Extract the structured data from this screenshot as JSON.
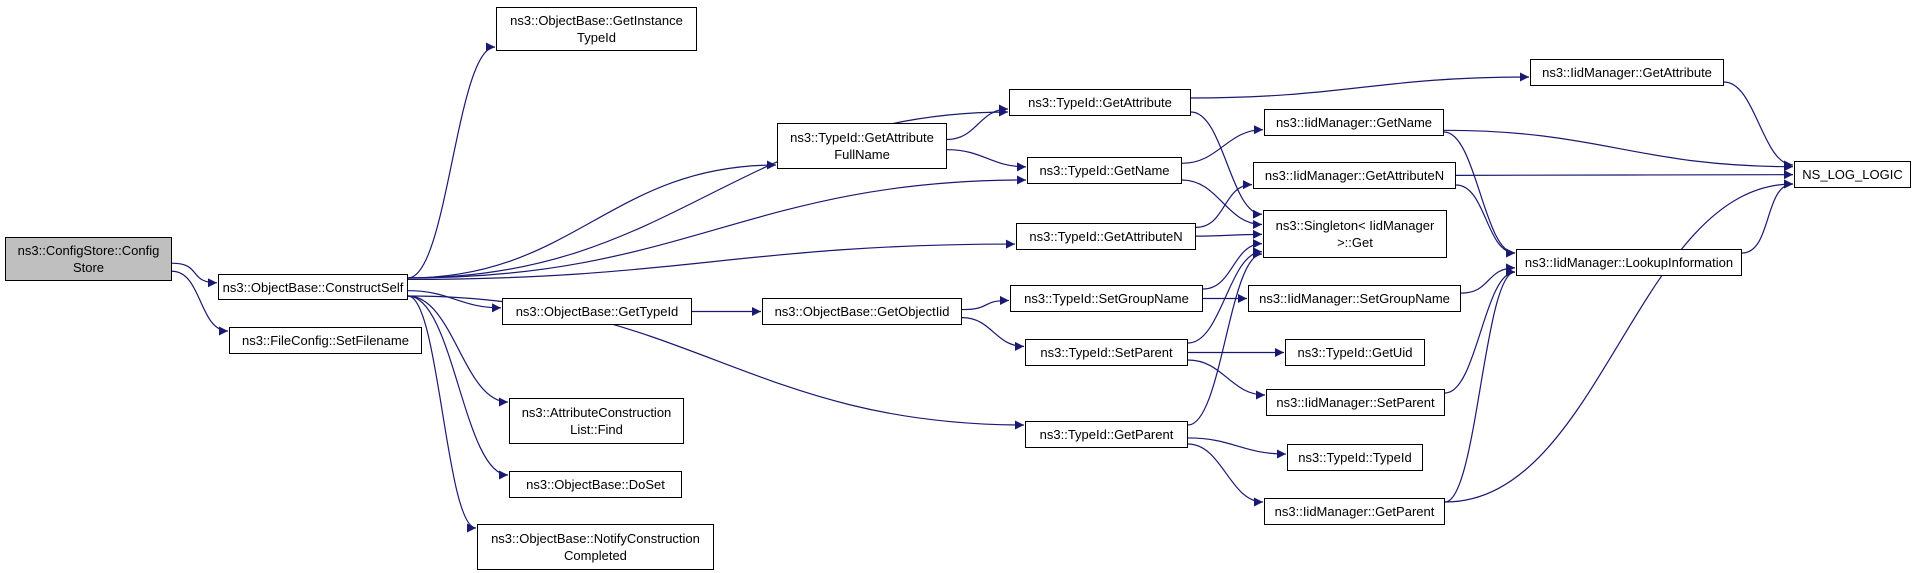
{
  "graph": {
    "edge_color": "#191970",
    "root_fill": "#bfbfbf",
    "node_fill": "#ffffff",
    "border_color": "#000000"
  },
  "nodes": {
    "config_store": "ns3::ConfigStore::Config\nStore",
    "construct_self": "ns3::ObjectBase::ConstructSelf",
    "file_config_set_filename": "ns3::FileConfig::SetFilename",
    "get_instance_typeid": "ns3::ObjectBase::GetInstance\nTypeId",
    "typeid_get_attribute_fullname": "ns3::TypeId::GetAttribute\nFullName",
    "typeid_get_attribute": "ns3::TypeId::GetAttribute",
    "typeid_get_name": "ns3::TypeId::GetName",
    "typeid_get_attribute_n": "ns3::TypeId::GetAttributeN",
    "objectbase_get_typeid": "ns3::ObjectBase::GetTypeId",
    "objectbase_get_object_iid": "ns3::ObjectBase::GetObjectIid",
    "attribute_construction_list_find": "ns3::AttributeConstruction\nList::Find",
    "objectbase_doset": "ns3::ObjectBase::DoSet",
    "objectbase_notify_construction_completed": "ns3::ObjectBase::NotifyConstruction\nCompleted",
    "typeid_set_group_name": "ns3::TypeId::SetGroupName",
    "typeid_set_parent": "ns3::TypeId::SetParent",
    "typeid_get_parent": "ns3::TypeId::GetParent",
    "iidmanager_get_attribute": "ns3::IidManager::GetAttribute",
    "iidmanager_get_name": "ns3::IidManager::GetName",
    "iidmanager_get_attribute_n": "ns3::IidManager::GetAttributeN",
    "singleton_get": "ns3::Singleton< IidManager\n>::Get",
    "iidmanager_set_group_name": "ns3::IidManager::SetGroupName",
    "typeid_get_uid": "ns3::TypeId::GetUid",
    "iidmanager_set_parent": "ns3::IidManager::SetParent",
    "typeid_typeid": "ns3::TypeId::TypeId",
    "iidmanager_get_parent": "ns3::IidManager::GetParent",
    "iidmanager_lookup_information": "ns3::IidManager::LookupInformation",
    "ns_log_logic": "NS_LOG_LOGIC"
  },
  "edges": [
    [
      "config_store",
      "construct_self"
    ],
    [
      "config_store",
      "file_config_set_filename"
    ],
    [
      "construct_self",
      "get_instance_typeid"
    ],
    [
      "construct_self",
      "typeid_get_attribute"
    ],
    [
      "construct_self",
      "typeid_get_attribute_fullname"
    ],
    [
      "construct_self",
      "typeid_get_name"
    ],
    [
      "construct_self",
      "typeid_get_attribute_n"
    ],
    [
      "construct_self",
      "objectbase_get_typeid"
    ],
    [
      "construct_self",
      "typeid_get_parent"
    ],
    [
      "construct_self",
      "attribute_construction_list_find"
    ],
    [
      "construct_self",
      "objectbase_doset"
    ],
    [
      "construct_self",
      "objectbase_notify_construction_completed"
    ],
    [
      "typeid_get_attribute_fullname",
      "typeid_get_attribute"
    ],
    [
      "typeid_get_attribute_fullname",
      "typeid_get_name"
    ],
    [
      "typeid_get_attribute",
      "iidmanager_get_attribute"
    ],
    [
      "typeid_get_attribute",
      "singleton_get"
    ],
    [
      "typeid_get_name",
      "iidmanager_get_name"
    ],
    [
      "typeid_get_name",
      "singleton_get"
    ],
    [
      "typeid_get_attribute_n",
      "iidmanager_get_attribute_n"
    ],
    [
      "typeid_get_attribute_n",
      "singleton_get"
    ],
    [
      "objectbase_get_typeid",
      "objectbase_get_object_iid"
    ],
    [
      "objectbase_get_object_iid",
      "typeid_set_group_name"
    ],
    [
      "objectbase_get_object_iid",
      "typeid_set_parent"
    ],
    [
      "typeid_set_group_name",
      "singleton_get"
    ],
    [
      "typeid_set_group_name",
      "iidmanager_set_group_name"
    ],
    [
      "typeid_set_parent",
      "singleton_get"
    ],
    [
      "typeid_set_parent",
      "typeid_get_uid"
    ],
    [
      "typeid_set_parent",
      "iidmanager_set_parent"
    ],
    [
      "typeid_get_parent",
      "singleton_get"
    ],
    [
      "typeid_get_parent",
      "typeid_typeid"
    ],
    [
      "typeid_get_parent",
      "iidmanager_get_parent"
    ],
    [
      "iidmanager_get_attribute",
      "ns_log_logic"
    ],
    [
      "iidmanager_get_name",
      "ns_log_logic"
    ],
    [
      "iidmanager_get_name",
      "iidmanager_lookup_information"
    ],
    [
      "iidmanager_get_attribute_n",
      "ns_log_logic"
    ],
    [
      "iidmanager_get_attribute_n",
      "iidmanager_lookup_information"
    ],
    [
      "iidmanager_set_group_name",
      "iidmanager_lookup_information"
    ],
    [
      "iidmanager_set_parent",
      "iidmanager_lookup_information"
    ],
    [
      "iidmanager_get_parent",
      "iidmanager_lookup_information"
    ],
    [
      "iidmanager_get_parent",
      "ns_log_logic"
    ],
    [
      "iidmanager_lookup_information",
      "ns_log_logic"
    ]
  ]
}
